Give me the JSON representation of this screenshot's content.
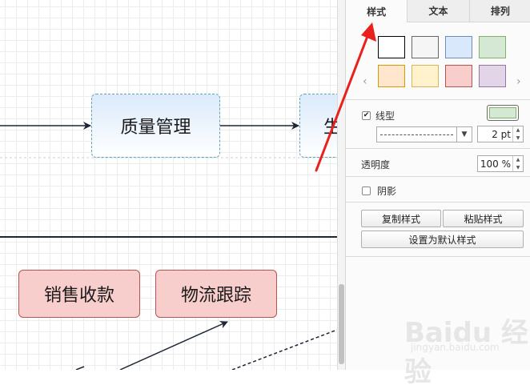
{
  "canvas": {
    "nodes": {
      "quality": "质量管理",
      "partial": "生",
      "sales": "销售收款",
      "logistics": "物流跟踪"
    }
  },
  "panel": {
    "tabs": [
      {
        "label": "样式",
        "active": true
      },
      {
        "label": "文本",
        "active": false
      },
      {
        "label": "排列",
        "active": false
      }
    ],
    "swatches": [
      {
        "fill": "#ffffff",
        "border": "#000000"
      },
      {
        "fill": "#f5f5f5",
        "border": "#666666"
      },
      {
        "fill": "#dae8fc",
        "border": "#6c8ebf"
      },
      {
        "fill": "#d5e8d4",
        "border": "#82b366"
      },
      {
        "fill": "#ffe6cc",
        "border": "#d79b00"
      },
      {
        "fill": "#fff2cc",
        "border": "#d6b656"
      },
      {
        "fill": "#f8cecc",
        "border": "#b85450"
      },
      {
        "fill": "#e1d5e7",
        "border": "#9673a6"
      }
    ],
    "line": {
      "label": "线型",
      "checked": true,
      "width": "2 pt",
      "color": "#d5e8d4"
    },
    "opacity": {
      "label": "透明度",
      "value": "100 %"
    },
    "shadow": {
      "label": "阴影",
      "checked": false
    },
    "buttons": {
      "copy_style": "复制样式",
      "paste_style": "粘贴样式",
      "set_default": "设置为默认样式"
    },
    "icons": {
      "prev": "chevron-left-icon",
      "next": "chevron-right-icon"
    }
  },
  "watermark": {
    "main": "Baidu 经验",
    "sub": "jingyan.baidu.com"
  }
}
